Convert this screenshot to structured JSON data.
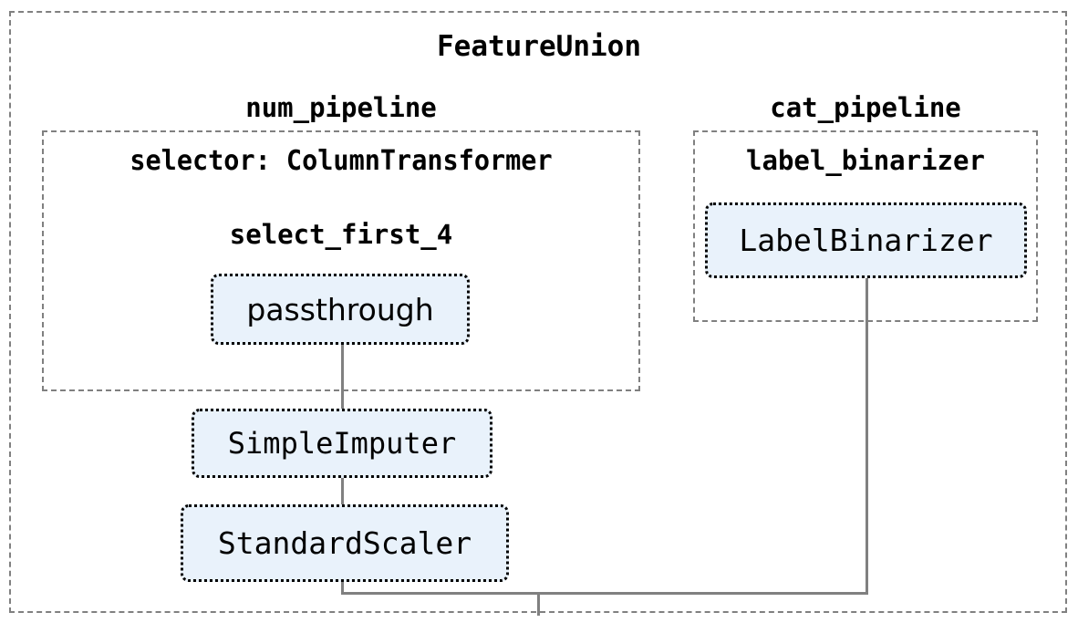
{
  "diagram": {
    "title": "FeatureUnion",
    "type": "sklearn-pipeline-diagram",
    "background_color": "#ffffff",
    "container_border_color": "#808080",
    "node_fill_color": "#e9f2fb",
    "node_border_color": "#000000",
    "edge_color": "#808080",
    "text_color": "#000000"
  },
  "num_pipeline": {
    "label": "num_pipeline",
    "selector_label": "selector: ColumnTransformer",
    "select_first_4_label": "select_first_4",
    "nodes": [
      {
        "label": "passthrough"
      },
      {
        "label": "SimpleImputer"
      },
      {
        "label": "StandardScaler"
      }
    ]
  },
  "cat_pipeline": {
    "label": "cat_pipeline",
    "label_binarizer_label": "label_binarizer",
    "nodes": [
      {
        "label": "LabelBinarizer"
      }
    ]
  },
  "chart_data": {
    "type": "diagram",
    "title": "FeatureUnion",
    "nodes": [
      {
        "id": "featureunion",
        "label": "FeatureUnion",
        "kind": "root-container"
      },
      {
        "id": "num_pipeline",
        "label": "num_pipeline",
        "kind": "pipeline-container",
        "parent": "featureunion"
      },
      {
        "id": "selector",
        "label": "selector: ColumnTransformer",
        "kind": "container-header",
        "parent": "num_pipeline"
      },
      {
        "id": "select_first_4",
        "label": "select_first_4",
        "kind": "transformer-header",
        "parent": "num_pipeline"
      },
      {
        "id": "passthrough",
        "label": "passthrough",
        "kind": "estimator",
        "parent": "num_pipeline"
      },
      {
        "id": "simpleimputer",
        "label": "SimpleImputer",
        "kind": "estimator",
        "parent": "num_pipeline"
      },
      {
        "id": "standardscaler",
        "label": "StandardScaler",
        "kind": "estimator",
        "parent": "num_pipeline"
      },
      {
        "id": "cat_pipeline",
        "label": "cat_pipeline",
        "kind": "pipeline-container",
        "parent": "featureunion"
      },
      {
        "id": "label_binarizer",
        "label": "label_binarizer",
        "kind": "container-header",
        "parent": "cat_pipeline"
      },
      {
        "id": "labelbinarizer",
        "label": "LabelBinarizer",
        "kind": "estimator",
        "parent": "cat_pipeline"
      }
    ],
    "edges": [
      {
        "from": "passthrough",
        "to": "simpleimputer"
      },
      {
        "from": "simpleimputer",
        "to": "standardscaler"
      },
      {
        "from": "standardscaler",
        "to": "union-merge"
      },
      {
        "from": "labelbinarizer",
        "to": "union-merge"
      }
    ]
  }
}
